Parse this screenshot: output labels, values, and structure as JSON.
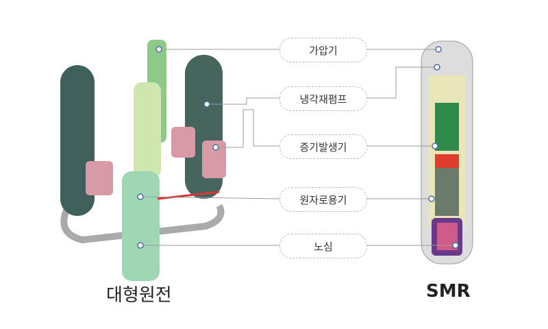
{
  "labels": [
    "가압기",
    "냉각재펌프",
    "증기발생기",
    "원자로용기",
    "노심"
  ],
  "captions": {
    "large": "대형원전",
    "smr": "SMR"
  },
  "colors": {
    "steam_generator": "#3f5f5b",
    "vessel": "#9fd6b4",
    "pump": "#d99aa8",
    "core": "#2e8a4a"
  }
}
